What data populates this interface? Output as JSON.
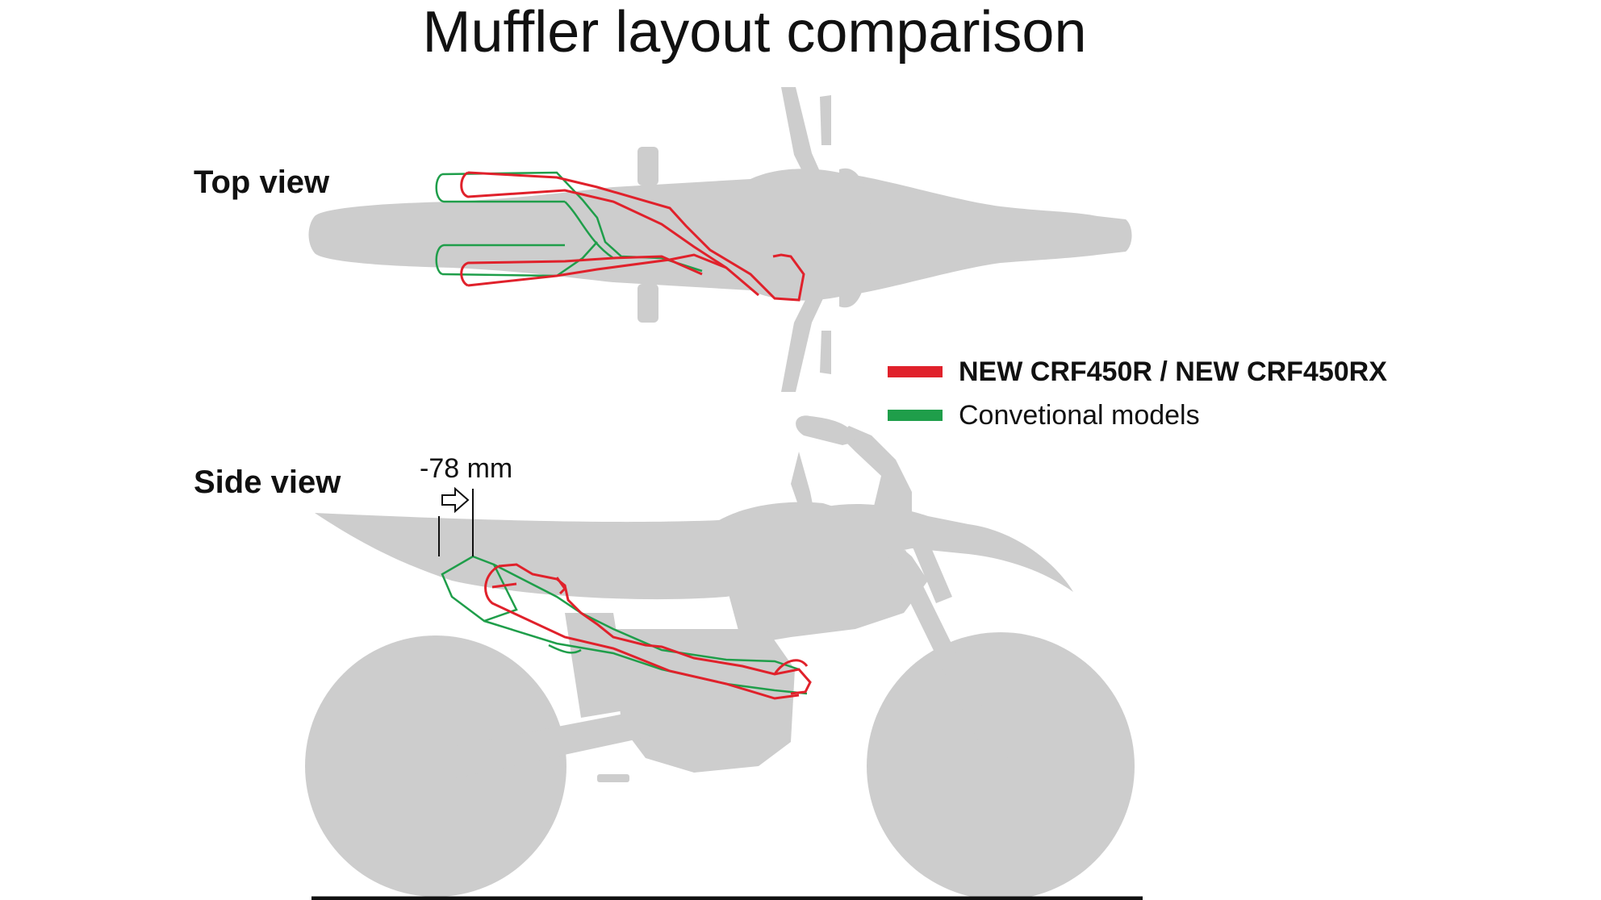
{
  "title": "Muffler layout comparison",
  "views": {
    "top": "Top view",
    "side": "Side view"
  },
  "dimension": "-78 mm",
  "legend": [
    {
      "label": "NEW CRF450R / NEW CRF450RX",
      "color": "#e0212b",
      "bold": true
    },
    {
      "label": "Convetional models",
      "color": "#1f9e4a",
      "bold": false
    }
  ],
  "colors": {
    "silhouette": "#cdcdcd",
    "new_muffler": "#e0212b",
    "conventional_muffler": "#1f9e4a",
    "ground": "#111111"
  }
}
